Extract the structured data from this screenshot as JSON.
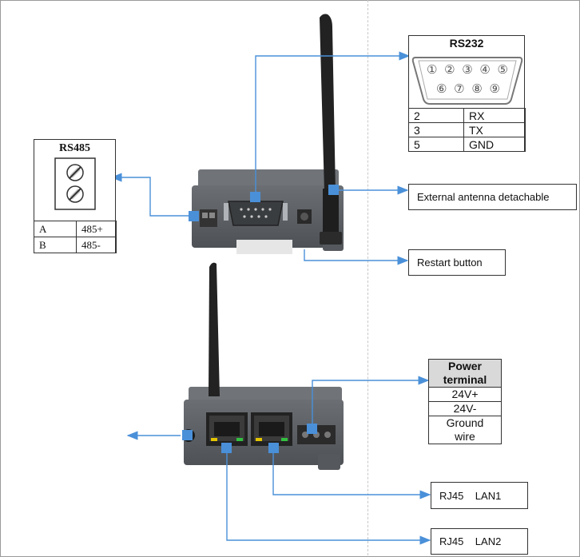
{
  "rs232": {
    "title": "RS232",
    "pins_top": [
      "①",
      "②",
      "③",
      "④",
      "⑤"
    ],
    "pins_bottom": [
      "⑥",
      "⑦",
      "⑧",
      "⑨"
    ],
    "rows": [
      {
        "pin": "2",
        "signal": "RX"
      },
      {
        "pin": "3",
        "signal": "TX"
      },
      {
        "pin": "5",
        "signal": "GND"
      }
    ]
  },
  "rs485": {
    "title": "RS485",
    "rows": [
      {
        "pin": "A",
        "signal": "485+"
      },
      {
        "pin": "B",
        "signal": "485-"
      }
    ]
  },
  "labels": {
    "antenna": "External antenna detachable",
    "restart": "Restart button",
    "lan1": "RJ45    LAN1",
    "lan2": "RJ45    LAN2"
  },
  "power": {
    "title_line1": "Power",
    "title_line2": "terminal",
    "rows": [
      "24V+",
      "24V-",
      "Ground",
      "wire"
    ]
  },
  "colors": {
    "connector_line": "#4a90d9",
    "device_body": "#5f6368",
    "antenna": "#222222"
  }
}
